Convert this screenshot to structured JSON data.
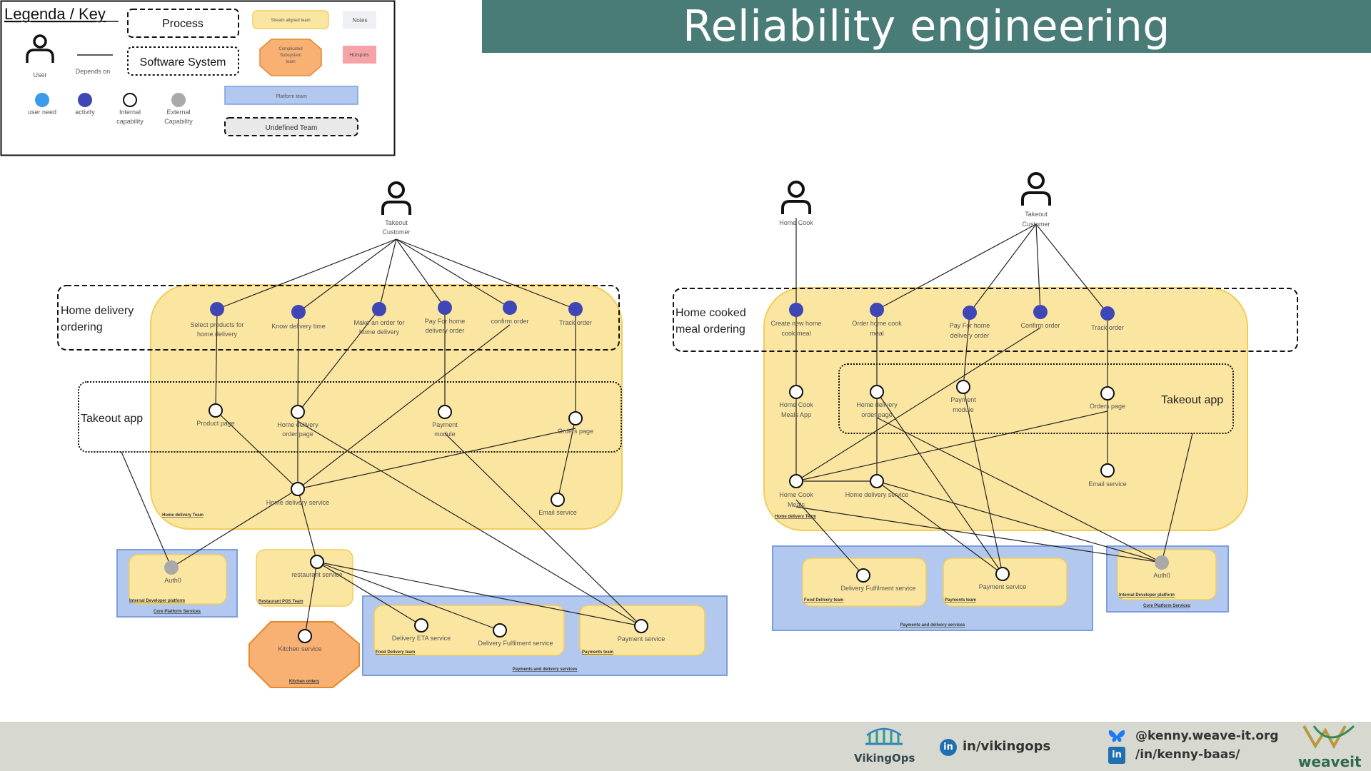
{
  "title": "Reliability engineering",
  "legend": {
    "heading": "Legenda / Key",
    "process": "Process",
    "software_system": "Software System",
    "stream_team": "Stream aligned team",
    "notes": "Notes",
    "complicated": [
      "Complicated",
      "Subsystem",
      "team"
    ],
    "hotspots": "Hotspots",
    "platform_team": "Platform team",
    "undefined_team": "Undefined Team",
    "user": "User",
    "depends_on": "Depends on",
    "user_need": "user need",
    "activity": "activity",
    "internal": [
      "Internal",
      "capability"
    ],
    "external": [
      "External",
      "Capability"
    ]
  },
  "left": {
    "user": [
      "Takeout",
      "Customer"
    ],
    "process": [
      "Home delivery",
      "ordering"
    ],
    "system": "Takeout app",
    "team_home": "Home delivery Team",
    "activities": [
      [
        "Select products for",
        "home delivery"
      ],
      [
        "Know delivery time"
      ],
      [
        "Make an order for",
        "home delivery"
      ],
      [
        "Pay For home",
        "delivery order"
      ],
      [
        "confirm order"
      ],
      [
        "Track order"
      ]
    ],
    "capabilities": {
      "product_page": "Product page",
      "delivery_page": [
        "Home delivery",
        "order page"
      ],
      "payment_module": [
        "Payment",
        "module"
      ],
      "orders_page": "Orders page",
      "hd_service": "Home delivery service",
      "email": "Email service",
      "auth0": "Auth0",
      "restaurant": "restaurant service",
      "kitchen": "Kitchen service",
      "eta": "Delivery ETA service",
      "fulfilment": "Delivery Fulfilment service",
      "payment_service": "Payment service"
    },
    "teams": {
      "internal_dev": "Internal Developer platform",
      "core_platform": "Core Platform Services",
      "restaurant_pos": "Restaurant POS Team",
      "kitchen_orders": "Kitchen orders",
      "food_delivery": "Food Delivery team",
      "payments_team": "Payments team",
      "payments_delivery": "Payments and delivery services"
    }
  },
  "right": {
    "user1": "Home Cook",
    "user2": [
      "Takeout",
      "Customer"
    ],
    "process": [
      "Home cooked",
      "meal ordering"
    ],
    "system": "Takeout app",
    "team_home": "Home delivery Team",
    "activities": [
      [
        "Create new home",
        "cook meal"
      ],
      [
        "Order home cook",
        "meal"
      ],
      [
        "Pay For home",
        "delivery order"
      ],
      [
        "Confirm order"
      ],
      [
        "Track order"
      ]
    ],
    "capabilities": {
      "hc_app": [
        "Home Cook",
        "Meals App"
      ],
      "delivery_page": [
        "Home delivery",
        "order page"
      ],
      "payment_module": [
        "Payment",
        "module"
      ],
      "orders_page": "Orders page",
      "email": "Email service",
      "hc_meals": [
        "Home Cook",
        "Meals"
      ],
      "hd_service": "Home delivery service",
      "fulfilment": "Delivery Fulfilment service",
      "payment_service": "Payment service",
      "auth0": "Auth0"
    },
    "teams": {
      "food_delivery": "Food Delivery team",
      "payments_team": "Payments team",
      "payments_delivery": "Payments and delivery services",
      "internal_dev": "Internal Developer platform",
      "core_platform": "Core Platform Services"
    }
  },
  "footer": {
    "vikingops": "VikingOps",
    "linkedin_vikingops": "in/vikingops",
    "bluesky": "@kenny.weave-it.org",
    "linkedin_kenny": "/in/kenny-baas/",
    "weaveit": "weaveit"
  },
  "colors": {
    "title_bar": "#4a7c77",
    "stream_team": "#fbe6a1",
    "platform": "#b3c8ee",
    "complicated": "#f8b073",
    "activity": "#3f46b5",
    "user_need": "#3a9bec",
    "external": "#a9a9a9",
    "footer": "#d7d8cf"
  }
}
